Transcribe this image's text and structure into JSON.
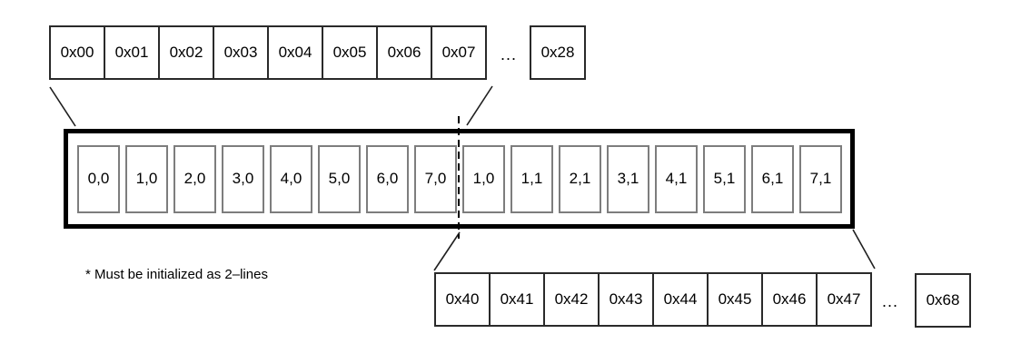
{
  "top_row": {
    "cells": [
      "0x00",
      "0x01",
      "0x02",
      "0x03",
      "0x04",
      "0x05",
      "0x06",
      "0x07"
    ],
    "ellipsis": "...",
    "tail_cell": "0x28"
  },
  "cache_line": {
    "cells": [
      "0,0",
      "1,0",
      "2,0",
      "3,0",
      "4,0",
      "5,0",
      "6,0",
      "7,0",
      "1,0",
      "1,1",
      "2,1",
      "3,1",
      "4,1",
      "5,1",
      "6,1",
      "7,1"
    ]
  },
  "bottom_row": {
    "cells": [
      "0x40",
      "0x41",
      "0x42",
      "0x43",
      "0x44",
      "0x45",
      "0x46",
      "0x47"
    ],
    "ellipsis": "...",
    "tail_cell": "0x68"
  },
  "footnote": "* Must be initialized as 2–lines",
  "colors": {
    "background": "#ffffff",
    "text": "#000000",
    "thick_border": "#000000",
    "address_cell_border": "#2a2a2a",
    "inner_cell_border": "#7d7d7d",
    "connector_line": "#1f1f1f"
  }
}
